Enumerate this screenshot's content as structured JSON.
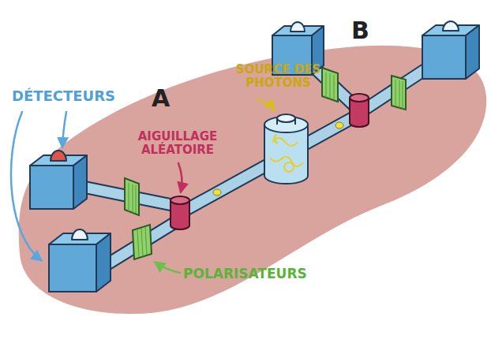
{
  "diagram": {
    "labels": [
      "DÉTECTEURS",
      "A",
      "AIGUILLAGE ALÉATOIRE",
      "SOURCE DES PHOTONS",
      "B",
      "POLARISATEURS"
    ]
  }
}
